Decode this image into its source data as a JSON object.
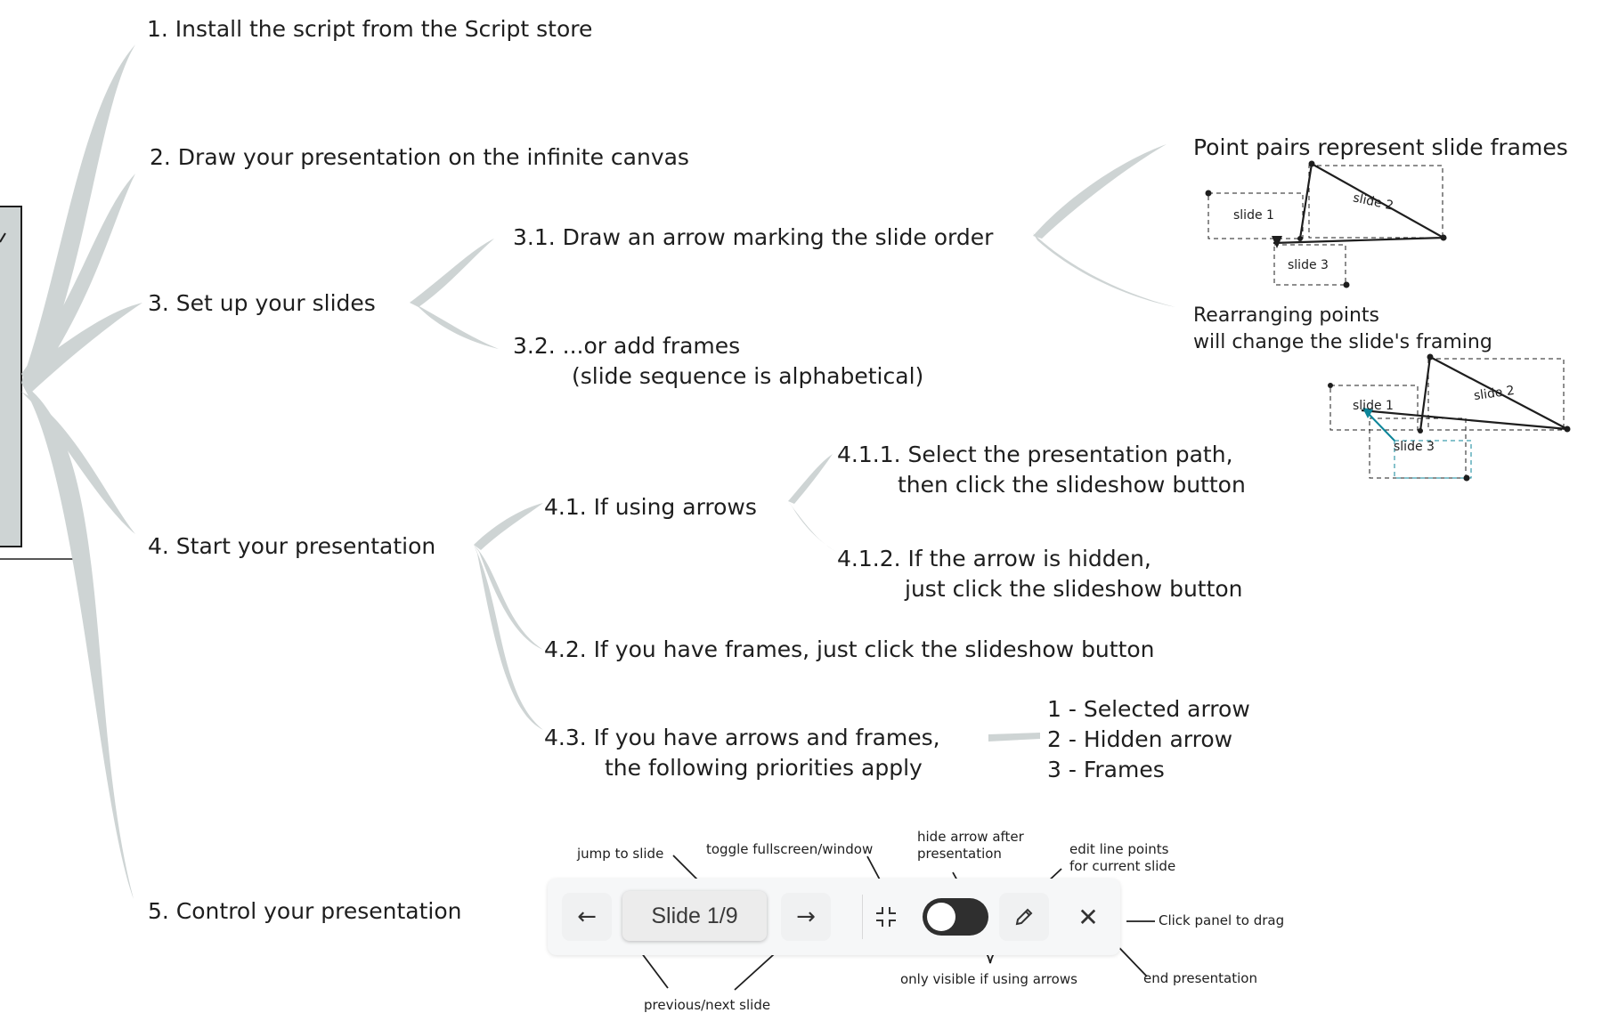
{
  "steps": {
    "s1": "1. Install the script from the Script store",
    "s2": "2. Draw your presentation on the infinite canvas",
    "s3": "3. Set up your slides",
    "s3_1": "3.1. Draw an arrow marking the slide order",
    "s3_2_a": "3.2. ...or add frames",
    "s3_2_b": "(slide sequence is alphabetical)",
    "s4": "4. Start your presentation",
    "s4_1": "4.1. If using arrows",
    "s4_1_1_a": "4.1.1. Select the presentation path,",
    "s4_1_1_b": "then click the slideshow button",
    "s4_1_2_a": "4.1.2. If the arrow is hidden,",
    "s4_1_2_b": "just click the slideshow button",
    "s4_2": "4.2. If you have frames, just click the slideshow button",
    "s4_3_a": "4.3. If you have arrows and frames,",
    "s4_3_b": "the following priorities apply",
    "p1": "1 - Selected arrow",
    "p2": "2 - Hidden arrow",
    "p3": "3 - Frames",
    "s5": "5. Control your presentation"
  },
  "notes": {
    "point_pairs": "Point pairs represent slide frames",
    "rearranging_a": "Rearranging points",
    "rearranging_b": "will change the slide's framing"
  },
  "sketch": {
    "slide1": "slide 1",
    "slide2": "slide 2",
    "slide3": "slide 3"
  },
  "panel": {
    "prev_icon": "arrow-left-icon",
    "slide_label": "Slide 1/9",
    "next_icon": "arrow-right-icon",
    "fullscreen_icon": "minimize-icon",
    "edit_icon": "pencil-icon",
    "close_icon": "close-icon"
  },
  "annotations": {
    "jump": "jump to slide",
    "fullscreen": "toggle fullscreen/window",
    "hide_arrow_a": "hide arrow after",
    "hide_arrow_b": "presentation",
    "edit_points_a": "edit line points",
    "edit_points_b": "for current slide",
    "drag": "Click panel to drag",
    "only_visible": "only visible if using arrows",
    "end": "end presentation",
    "prev_next": "previous/next slide"
  },
  "colors": {
    "branch": "#ced4d4",
    "text": "#1e1e1e",
    "accent": "#0c8599"
  }
}
